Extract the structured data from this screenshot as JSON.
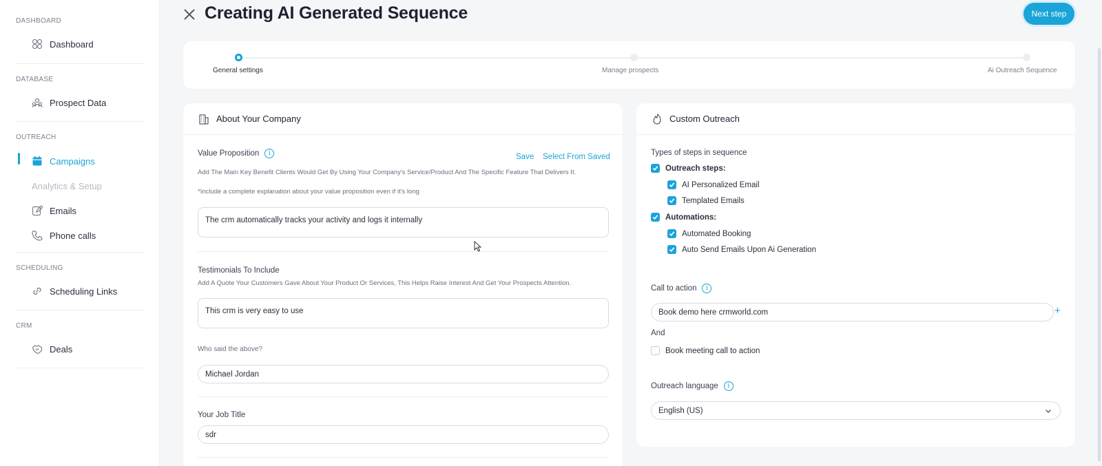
{
  "sidebar": {
    "sections": [
      {
        "label": "DASHBOARD"
      },
      {
        "label": "DATABASE"
      },
      {
        "label": "OUTREACH"
      },
      {
        "label": "SCHEDULING"
      },
      {
        "label": "CRM"
      }
    ],
    "items": {
      "dashboard": "Dashboard",
      "prospect_data": "Prospect Data",
      "campaigns": "Campaigns",
      "analytics": "Analytics & Setup",
      "emails": "Emails",
      "phone_calls": "Phone calls",
      "scheduling_links": "Scheduling Links",
      "deals": "Deals"
    }
  },
  "header": {
    "title": "Creating AI Generated Sequence",
    "next_label": "Next step"
  },
  "stepper": {
    "steps": [
      "General settings",
      "Manage prospects",
      "Ai Outreach Sequence"
    ]
  },
  "company": {
    "title": "About Your Company",
    "value_prop": {
      "label": "Value Proposition",
      "save": "Save",
      "select_saved": "Select From Saved",
      "help": "Add The Main Key Benefit Clients Would Get By Using Your Company's Service/Product And The Specific Feature That Delivers It.",
      "note": "*Include a complete explanation about your value proposition even if it's long",
      "value": "The crm automatically tracks your activity and logs it internally"
    },
    "testimonials": {
      "label": "Testimonials To Include",
      "help": "Add A Quote Your Customers Gave About Your Product Or Services, This Helps Raise Interest And Get Your Prospects Attention.",
      "value": "This crm is very easy to use"
    },
    "who_said": {
      "label": "Who said the above?",
      "value": "Michael Jordan"
    },
    "job_title": {
      "label": "Your Job Title",
      "value": "sdr"
    }
  },
  "outreach": {
    "title": "Custom Outreach",
    "types_label": "Types of steps in sequence",
    "outreach_steps": "Outreach steps:",
    "ai_email": "AI Personalized Email",
    "templated": "Templated Emails",
    "automations": "Automations:",
    "booking": "Automated Booking",
    "auto_send": "Auto Send Emails Upon Ai Generation",
    "cta_label": "Call to action",
    "cta_value": "Book demo here crmworld.com",
    "and": "And",
    "book_meeting": "Book meeting call to action",
    "lang_label": "Outreach language",
    "lang_value": "English (US)"
  },
  "colors": {
    "accent": "#1aa4d8"
  }
}
